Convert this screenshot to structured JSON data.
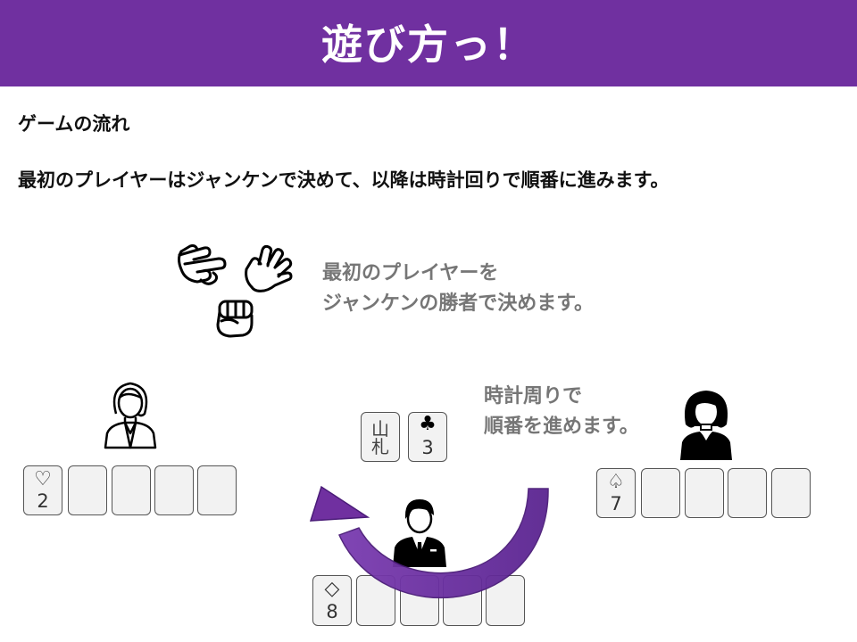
{
  "header": {
    "title": "遊び方っ！",
    "color": "#7030a0"
  },
  "section": {
    "heading": "ゲームの流れ",
    "text": "最初のプレイヤーはジャンケンで決めて、以降は時計回りで順番に進みます。"
  },
  "captions": {
    "rps_line1": "最初のプレイヤーを",
    "rps_line2": "ジャンケンの勝者で決めます。",
    "clock_line1": "時計周りで",
    "clock_line2": "順番を進めます。"
  },
  "deck": {
    "pile_line1": "山",
    "pile_line2": "札",
    "top_suit": "♣",
    "top_rank": "3"
  },
  "players": {
    "left": {
      "suit": "♡",
      "rank": "2",
      "icon": "woman-icon"
    },
    "bottom": {
      "suit": "◇",
      "rank": "8",
      "icon": "man-suit-icon"
    },
    "right": {
      "suit": "♤",
      "rank": "7",
      "icon": "woman-dark-icon"
    }
  },
  "icons": [
    "scissors-hand-icon",
    "paper-hand-icon",
    "rock-hand-icon",
    "clockwise-arrow-icon"
  ],
  "colors": {
    "arrow": "#7030a0",
    "caption": "#767676"
  }
}
